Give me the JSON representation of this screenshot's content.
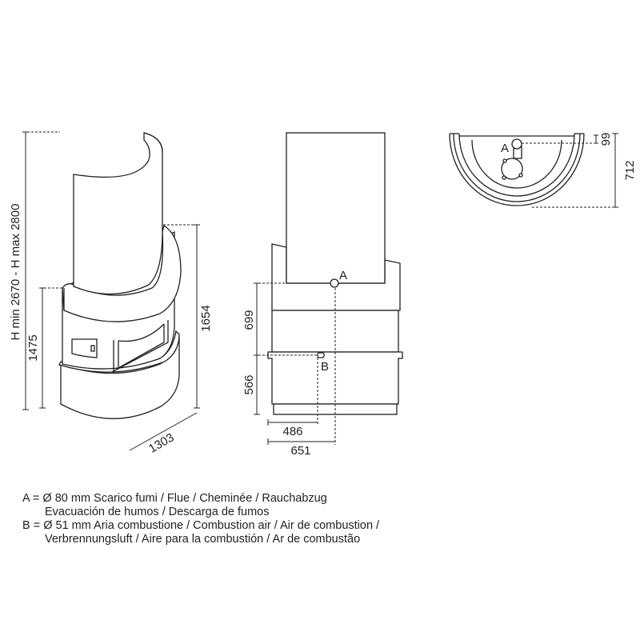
{
  "side_view": {
    "height_label": "H min 2670 - H max 2800",
    "dim_1475": "1475",
    "dim_1654": "1654",
    "dim_1303": "1303"
  },
  "front_view": {
    "point_a": "A",
    "point_b": "B",
    "dim_699": "699",
    "dim_566": "566",
    "dim_486": "486",
    "dim_651": "651"
  },
  "top_view": {
    "point_a": "A",
    "dim_99": "99",
    "dim_712": "712"
  },
  "legend": {
    "a_line1": "A = Ø 80 mm  Scarico fumi / Flue / Cheminée / Rauchabzug",
    "a_line2": "Evacuación de humos / Descarga de fumos",
    "b_line1": "B = Ø 51 mm  Aria combustione / Combustion air / Air de combustion /",
    "b_line2": "Verbrennungsluft / Aire para la combustión / Ar de combustão"
  },
  "colors": {
    "line": "#231f20",
    "background": "#ffffff"
  }
}
